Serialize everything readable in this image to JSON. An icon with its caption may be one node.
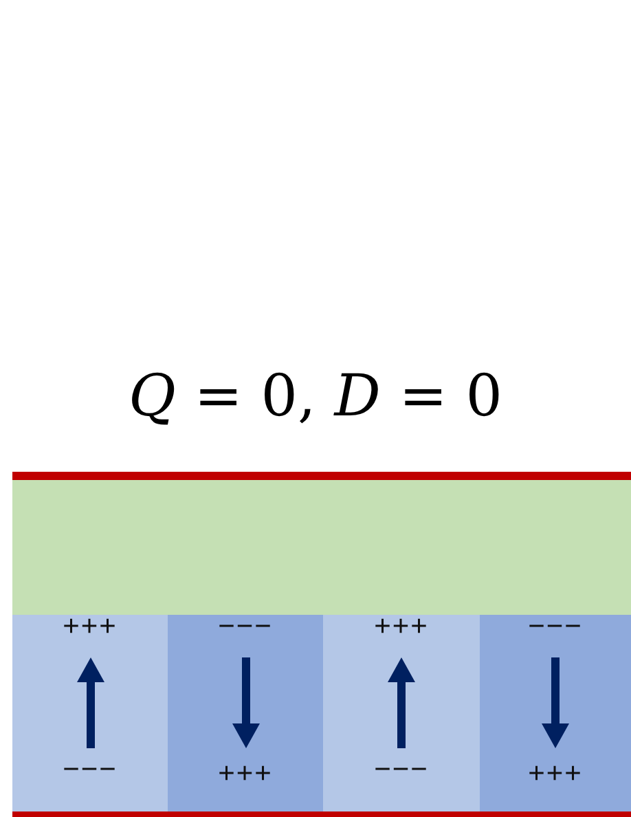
{
  "diagram": {
    "title": "*Q* = 0, *D* = 0",
    "nodes": [
      {
        "text": [],
        "shape": "bar"
      },
      {
        "text": [],
        "shape": "box"
      },
      {
        "text": [
          "+++",
          "−−−"
        ]
      },
      {
        "text": [
          "−−−",
          "+++"
        ]
      },
      {
        "text": [
          "+++",
          "−−−"
        ]
      },
      {
        "text": [
          "−−−",
          "+++"
        ]
      },
      {
        "text": [],
        "shape": "bar"
      }
    ]
  }
}
